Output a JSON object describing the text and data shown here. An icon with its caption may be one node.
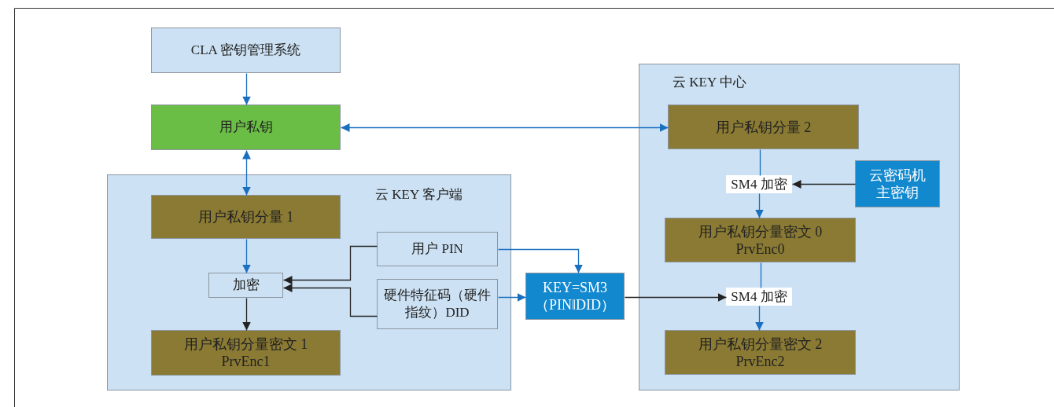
{
  "diagram": {
    "nodes": [
      {
        "text": [
          "CLA 密钥管理系统"
        ]
      },
      {
        "text": [
          "用户私钥"
        ]
      },
      {
        "text": [
          "云 KEY 客户端"
        ]
      },
      {
        "text": [
          "用户私钥分量 1"
        ],
        "in": 2
      },
      {
        "text": [
          "加密"
        ],
        "in": 2
      },
      {
        "text": [
          "用户私钥分量密文 1",
          "PrvEnc1"
        ],
        "in": 2
      },
      {
        "text": [
          "用户 PIN"
        ],
        "in": 2
      },
      {
        "text": [
          "硬件特征码（硬件指纹）DID"
        ],
        "in": 2
      },
      {
        "text": [
          "KEY=SM3（PIN‖DID）"
        ]
      },
      {
        "text": [
          "云 KEY 中心"
        ]
      },
      {
        "text": [
          "用户私钥分量 2"
        ],
        "in": 9
      },
      {
        "text": [
          "SM4 加密"
        ],
        "in": 9
      },
      {
        "text": [
          "云密码机主密钥"
        ],
        "in": 9
      },
      {
        "text": [
          "用户私钥分量密文 0",
          "PrvEnc0"
        ],
        "in": 9
      },
      {
        "text": [
          "SM4 加密"
        ],
        "in": 9
      },
      {
        "text": [
          "用户私钥分量密文 2",
          "PrvEnc2"
        ],
        "in": 9
      }
    ],
    "edges": [
      {
        "from": 0,
        "to": 1,
        "arrow": "to"
      },
      {
        "from": 1,
        "to": 10,
        "arrow": "both"
      },
      {
        "from": 1,
        "to": 3,
        "arrow": "both"
      },
      {
        "from": 3,
        "to": 4,
        "arrow": "to"
      },
      {
        "from": 4,
        "to": 5,
        "arrow": "to",
        "color": "#222222"
      },
      {
        "from": 6,
        "to": 4,
        "arrow": "to",
        "color": "#222222"
      },
      {
        "from": 7,
        "to": 4,
        "arrow": "to",
        "color": "#222222"
      },
      {
        "from": 6,
        "to": 8,
        "arrow": "to"
      },
      {
        "from": 7,
        "to": 8,
        "arrow": "to"
      },
      {
        "from": 8,
        "to": 14,
        "arrow": "to",
        "color": "#222222"
      },
      {
        "from": 10,
        "to": 11,
        "arrow": "none"
      },
      {
        "from": 11,
        "to": 13,
        "arrow": "to"
      },
      {
        "from": 12,
        "to": 11,
        "arrow": "to",
        "color": "#222222"
      },
      {
        "from": 13,
        "to": 14,
        "arrow": "none"
      },
      {
        "from": 14,
        "to": 15,
        "arrow": "to"
      }
    ]
  }
}
